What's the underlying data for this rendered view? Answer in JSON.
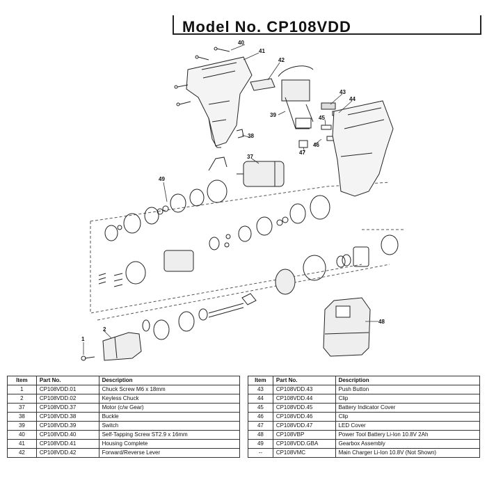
{
  "header": {
    "title": "Model No. CP108VDD"
  },
  "callouts": [
    "1",
    "2",
    "37",
    "38",
    "39",
    "40",
    "41",
    "42",
    "43",
    "44",
    "45",
    "46",
    "47",
    "48",
    "49"
  ],
  "parts_table_left": {
    "columns": [
      "Item",
      "Part No.",
      "Description"
    ],
    "rows": [
      [
        "1",
        "CP108VDD.01",
        "Chuck Screw M6 x 18mm"
      ],
      [
        "2",
        "CP108VDD.02",
        "Keyless Chuck"
      ],
      [
        "37",
        "CP108VDD.37",
        "Motor (c/w Gear)"
      ],
      [
        "38",
        "CP108VDD.38",
        "Buckle"
      ],
      [
        "39",
        "CP108VDD.39",
        "Switch"
      ],
      [
        "40",
        "CP108VDD.40",
        "Self-Tapping Screw ST2.9 x 16mm"
      ],
      [
        "41",
        "CP108VDD.41",
        "Housing Complete"
      ],
      [
        "42",
        "CP108VDD.42",
        "Forward/Reverse Lever"
      ]
    ]
  },
  "parts_table_right": {
    "columns": [
      "Item",
      "Part No.",
      "Description"
    ],
    "rows": [
      [
        "43",
        "CP108VDD.43",
        "Push Button"
      ],
      [
        "44",
        "CP108VDD.44",
        "Clip"
      ],
      [
        "45",
        "CP108VDD.45",
        "Battery Indicator Cover"
      ],
      [
        "46",
        "CP108VDD.46",
        "Clip"
      ],
      [
        "47",
        "CP108VDD.47",
        "LED Cover"
      ],
      [
        "48",
        "CP108VBP",
        "Power Tool Battery Li-Ion 10.8V 2Ah"
      ],
      [
        "49",
        "CP108VDD.GBA",
        "Gearbox Assembly"
      ],
      [
        "--",
        "CP108VMC",
        "Main Charger Li-Ion 10.8V (Not Shown)"
      ]
    ]
  }
}
